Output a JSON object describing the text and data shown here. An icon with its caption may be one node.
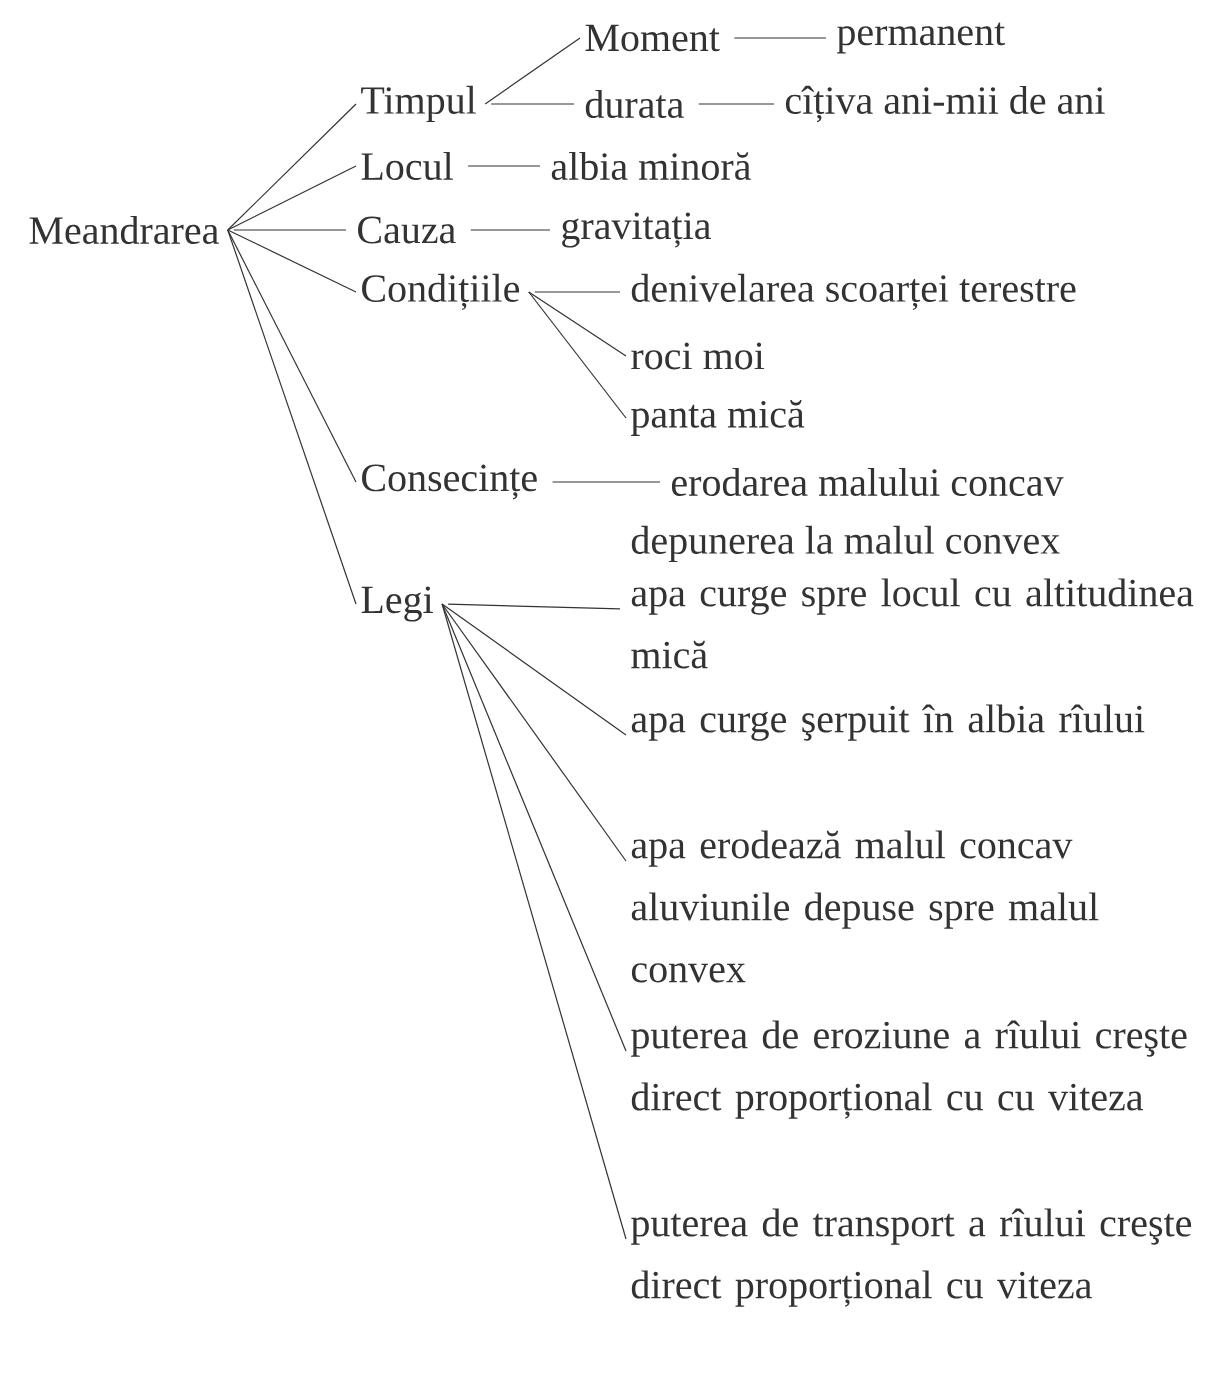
{
  "diagram": {
    "nodes": [
      {
        "text": [
          "Meandrarea"
        ]
      },
      {
        "text": [
          "Timpul"
        ]
      },
      {
        "text": [
          "Moment"
        ]
      },
      {
        "text": [
          "permanent"
        ]
      },
      {
        "text": [
          "durata"
        ]
      },
      {
        "text": [
          "cîțiva ani-mii de ani"
        ]
      },
      {
        "text": [
          "Locul"
        ]
      },
      {
        "text": [
          "albia minoră"
        ]
      },
      {
        "text": [
          "Cauza"
        ]
      },
      {
        "text": [
          "gravitația"
        ]
      },
      {
        "text": [
          "Condițiile"
        ]
      },
      {
        "text": [
          "denivelarea scoarței terestre"
        ]
      },
      {
        "text": [
          "roci moi"
        ]
      },
      {
        "text": [
          "panta mică"
        ]
      },
      {
        "text": [
          "Consecințe"
        ]
      },
      {
        "text": [
          "erodarea malului concav"
        ]
      },
      {
        "text": [
          "Legi"
        ]
      },
      {
        "text": [
          "apa curge spre locul cu altitudinea mică"
        ]
      },
      {
        "text": [
          "apa curge şerpuit în albia rîului"
        ]
      },
      {
        "text": [
          "apa erodează malul concav"
        ]
      },
      {
        "text": [
          "puterea de eroziune a rîului creşte direct proporțional cu cu viteza"
        ]
      },
      {
        "text": [
          "puterea de transport a rîului creşte direct proporțional cu viteza"
        ]
      }
    ],
    "edges": [
      {
        "from": 0,
        "to": 1,
        "arrow": "none"
      },
      {
        "from": 0,
        "to": 6,
        "arrow": "none"
      },
      {
        "from": 0,
        "to": 8,
        "arrow": "none"
      },
      {
        "from": 0,
        "to": 10,
        "arrow": "none"
      },
      {
        "from": 0,
        "to": 14,
        "arrow": "none"
      },
      {
        "from": 0,
        "to": 16,
        "arrow": "none"
      },
      {
        "from": 1,
        "to": 2,
        "arrow": "none"
      },
      {
        "from": 1,
        "to": 4,
        "arrow": "none"
      },
      {
        "from": 2,
        "to": 3,
        "arrow": "none"
      },
      {
        "from": 4,
        "to": 5,
        "arrow": "none"
      },
      {
        "from": 6,
        "to": 7,
        "arrow": "none"
      },
      {
        "from": 8,
        "to": 9,
        "arrow": "none"
      },
      {
        "from": 10,
        "to": 11,
        "arrow": "none"
      },
      {
        "from": 10,
        "to": 12,
        "arrow": "none"
      },
      {
        "from": 10,
        "to": 13,
        "arrow": "none"
      },
      {
        "from": 14,
        "to": 15,
        "arrow": "none"
      },
      {
        "from": 16,
        "to": 17,
        "arrow": "none"
      },
      {
        "from": 16,
        "to": 18,
        "arrow": "none"
      },
      {
        "from": 16,
        "to": 19,
        "arrow": "none"
      },
      {
        "from": 16,
        "to": 20,
        "arrow": "none"
      },
      {
        "from": 16,
        "to": 21,
        "arrow": "none"
      }
    ],
    "labels": [
      "depunerea la malul convex",
      "aluviunile depuse spre malul convex"
    ]
  }
}
